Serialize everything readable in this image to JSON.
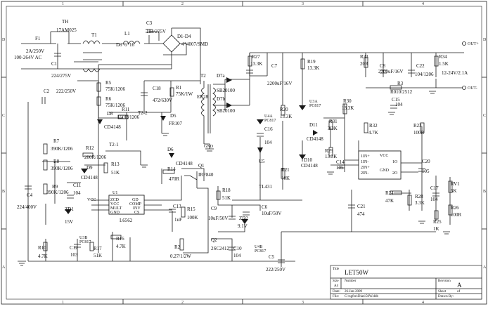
{
  "border": {
    "top_zones": [
      "1",
      "2",
      "3",
      "4"
    ],
    "bottom_zones": [
      "1",
      "2",
      "3",
      "4"
    ],
    "left_zones": [
      "D",
      "C",
      "B",
      "A"
    ],
    "right_zones": [
      "D",
      "C",
      "B",
      "A"
    ]
  },
  "components": [
    {
      "ref": "TH",
      "value": "17AM025"
    },
    {
      "ref": "F1",
      "value": "2A/250V"
    },
    {
      "ref": "T1",
      "value": ""
    },
    {
      "ref": "L1",
      "value": "D8*6*16"
    },
    {
      "ref": "C3",
      "value": "104/275V"
    },
    {
      "ref": "D1-D4",
      "value": "4*4007/SMD"
    },
    {
      "ref": "C1",
      "value": "224/275V"
    },
    {
      "ref": "C2",
      "value": "222/250V"
    },
    {
      "ref": "R5",
      "value": "75K/1206"
    },
    {
      "ref": "R6",
      "value": "75K/1206"
    },
    {
      "ref": "C18",
      "value": "472/630V"
    },
    {
      "ref": "R1",
      "value": "75K/1W"
    },
    {
      "ref": "D8",
      "value": "CD4148"
    },
    {
      "ref": "R11",
      "value": "150R/1206"
    },
    {
      "ref": "T2-2",
      "value": ""
    },
    {
      "ref": "D5",
      "value": "FR107"
    },
    {
      "ref": "T2",
      "value": ""
    },
    {
      "ref": "ER28",
      "value": ""
    },
    {
      "ref": "D7a",
      "value": "SB20100"
    },
    {
      "ref": "D7b",
      "value": "SB20100"
    },
    {
      "ref": "R27",
      "value": "13.3K"
    },
    {
      "ref": "C7",
      "value": "2200uF/16V"
    },
    {
      "ref": "R19",
      "value": "13.3K"
    },
    {
      "ref": "R33",
      "value": "20R"
    },
    {
      "ref": "C8",
      "value": "2200uF/16V"
    },
    {
      "ref": "C22",
      "value": "104/1206"
    },
    {
      "ref": "R34",
      "value": "1.5K"
    },
    {
      "ref": "R3",
      "value": "R010/2512"
    },
    {
      "ref": "R7",
      "value": "390K/1206"
    },
    {
      "ref": "R12",
      "value": "200R/1206"
    },
    {
      "ref": "T2-1",
      "value": ""
    },
    {
      "ref": "D6",
      "value": "CD4148"
    },
    {
      "ref": "R14",
      "value": "470R"
    },
    {
      "ref": "Q1",
      "value": "IRF840"
    },
    {
      "ref": "R8",
      "value": "390K/1206"
    },
    {
      "ref": "D9",
      "value": "CD4148"
    },
    {
      "ref": "R13",
      "value": "51K"
    },
    {
      "ref": "R9",
      "value": "390K/1206"
    },
    {
      "ref": "C11",
      "value": "104"
    },
    {
      "ref": "C4",
      "value": "224/400V"
    },
    {
      "ref": "ZD1",
      "value": "15V"
    },
    {
      "ref": "U1",
      "value": "L6562"
    },
    {
      "ref": "C13",
      "value": "1uF"
    },
    {
      "ref": "R15",
      "value": "100K"
    },
    {
      "ref": "R18",
      "value": "51K"
    },
    {
      "ref": "C9",
      "value": "10uF/50V"
    },
    {
      "ref": "ZD2",
      "value": "9.1V"
    },
    {
      "ref": "C6",
      "value": "10uF/50V"
    },
    {
      "ref": "U3B",
      "value": "PC817"
    },
    {
      "ref": "R16",
      "value": "4.7K"
    },
    {
      "ref": "R10",
      "value": "4.7K"
    },
    {
      "ref": "C12",
      "value": "103"
    },
    {
      "ref": "R17",
      "value": "51K"
    },
    {
      "ref": "R2",
      "value": "0.27/1/2W"
    },
    {
      "ref": "Q2",
      "value": "2SC2412"
    },
    {
      "ref": "C10",
      "value": "104"
    },
    {
      "ref": "U4B",
      "value": "PC817"
    },
    {
      "ref": "C5",
      "value": "222/250V"
    },
    {
      "ref": "R20",
      "value": "13.3K"
    },
    {
      "ref": "U4A",
      "value": "PC817"
    },
    {
      "ref": "C16",
      "value": "104"
    },
    {
      "ref": "U5",
      "value": "TL431"
    },
    {
      "ref": "R21",
      "value": "10K"
    },
    {
      "ref": "U3A",
      "value": "PC817"
    },
    {
      "ref": "R30",
      "value": "13.3K"
    },
    {
      "ref": "C15",
      "value": "104"
    },
    {
      "ref": "R31",
      "value": "3.3K"
    },
    {
      "ref": "R32",
      "value": "4.7K"
    },
    {
      "ref": "D11",
      "value": "CD4148"
    },
    {
      "ref": "R29",
      "value": "13.3K"
    },
    {
      "ref": "C14",
      "value": "105"
    },
    {
      "ref": "D10",
      "value": "CD4148"
    },
    {
      "ref": "R23",
      "value": "100R"
    },
    {
      "ref": "C20",
      "value": "105"
    },
    {
      "ref": "R24",
      "value": "47K"
    },
    {
      "ref": "R28",
      "value": "3.3K"
    },
    {
      "ref": "C17",
      "value": "104"
    },
    {
      "ref": "RV1",
      "value": "5K"
    },
    {
      "ref": "R26",
      "value": "100R"
    },
    {
      "ref": "R25",
      "value": "1K"
    },
    {
      "ref": "C21",
      "value": "474"
    }
  ],
  "nets": {
    "input_voltage": "100-264V AC",
    "output_voltage": "12-24V/2.1A",
    "out_plus": "OUT+",
    "out_minus": "OUT-",
    "gnd": "GND",
    "vcc": "VCC"
  },
  "u1_pins": [
    "ZCD",
    "VCC",
    "MULT",
    "GND",
    "GD",
    "COMP",
    "INV",
    "CS"
  ],
  "u2_pins": [
    "VCC",
    "GND",
    "1IN+",
    "1IN-",
    "2IN+",
    "2IN-",
    "1O",
    "2O"
  ],
  "title_block": {
    "title_label": "Title",
    "title": "LET50W",
    "size_label": "Size",
    "size": "A4",
    "number_label": "Number",
    "revision_label": "Revision",
    "revision": "A",
    "date_label": "Date:",
    "date": "26-Jan-2009",
    "sheet_label": "Sheet",
    "sheet_of": "of",
    "file_label": "File:",
    "file": "C:\\ngfen\\Dian\\50W.ddb",
    "drawn_label": "Drawn By:"
  }
}
